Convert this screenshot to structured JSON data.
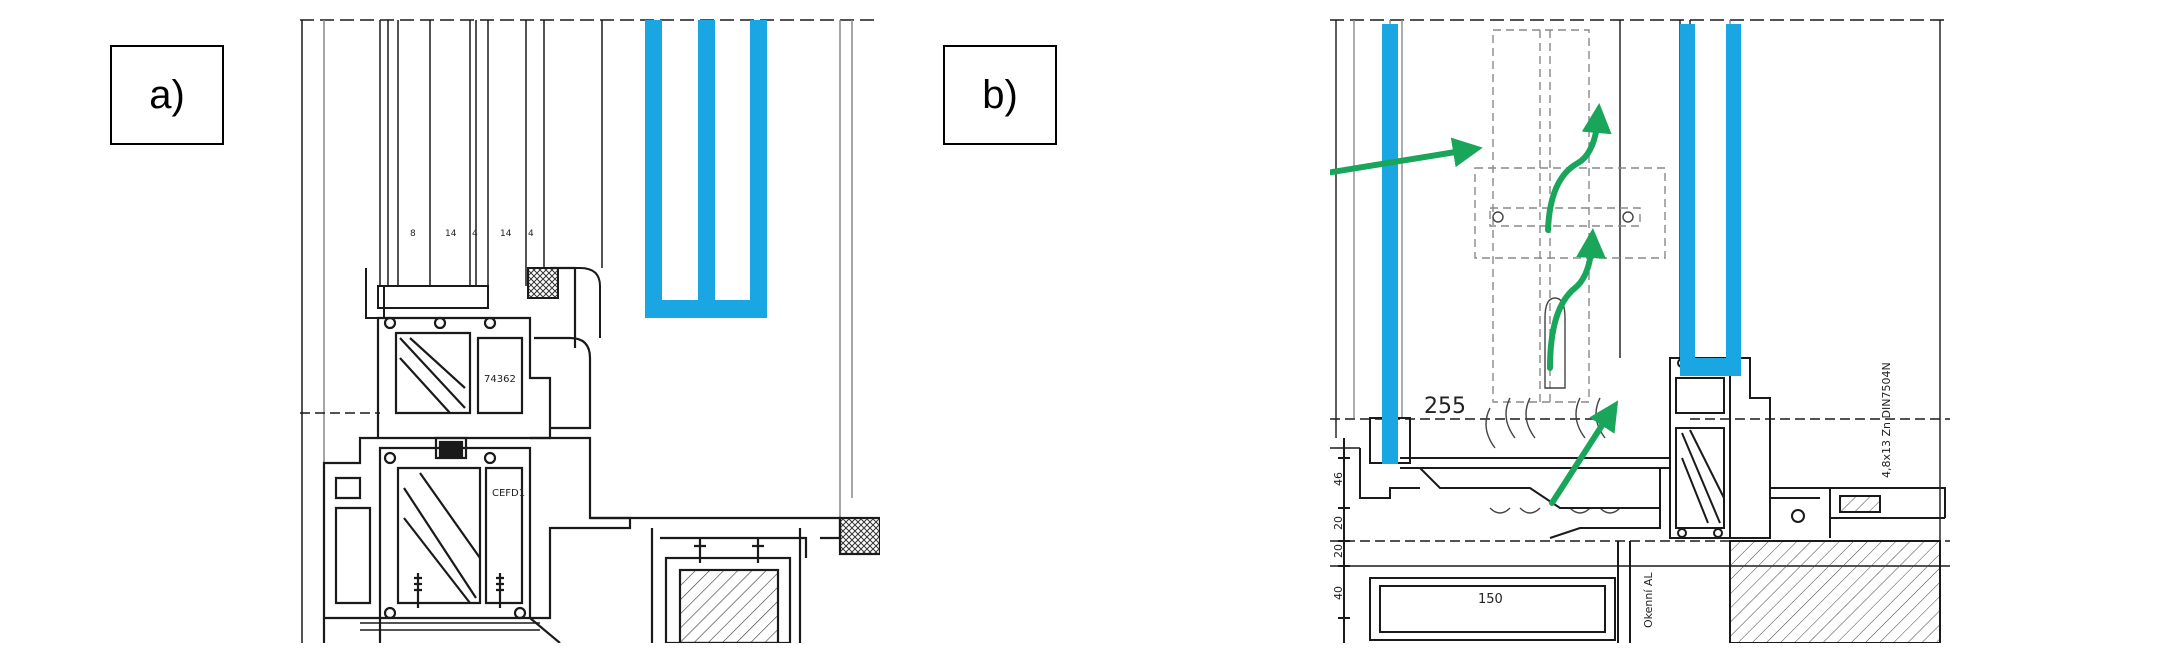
{
  "panels": [
    {
      "label": "a)",
      "annotations": {
        "glass_spacing": [
          "8",
          "14",
          "4",
          "14",
          "4"
        ],
        "profile_code_top": "74362",
        "profile_code_bottom": "CEFD1"
      }
    },
    {
      "label": "b)",
      "annotations": {
        "dimension_main": "255",
        "dimension_box": "150",
        "dimensions_left": [
          "46",
          "20",
          "20",
          "40"
        ],
        "vertical_note_1": "Okenní AL",
        "vertical_note_2": "4,8x13 Zn DIN7504N"
      }
    }
  ],
  "colors": {
    "glass_highlight": "#1aa6e2",
    "airflow_arrow": "#1aa65a",
    "line": "#1a1a1a",
    "grey_line": "#888888"
  }
}
